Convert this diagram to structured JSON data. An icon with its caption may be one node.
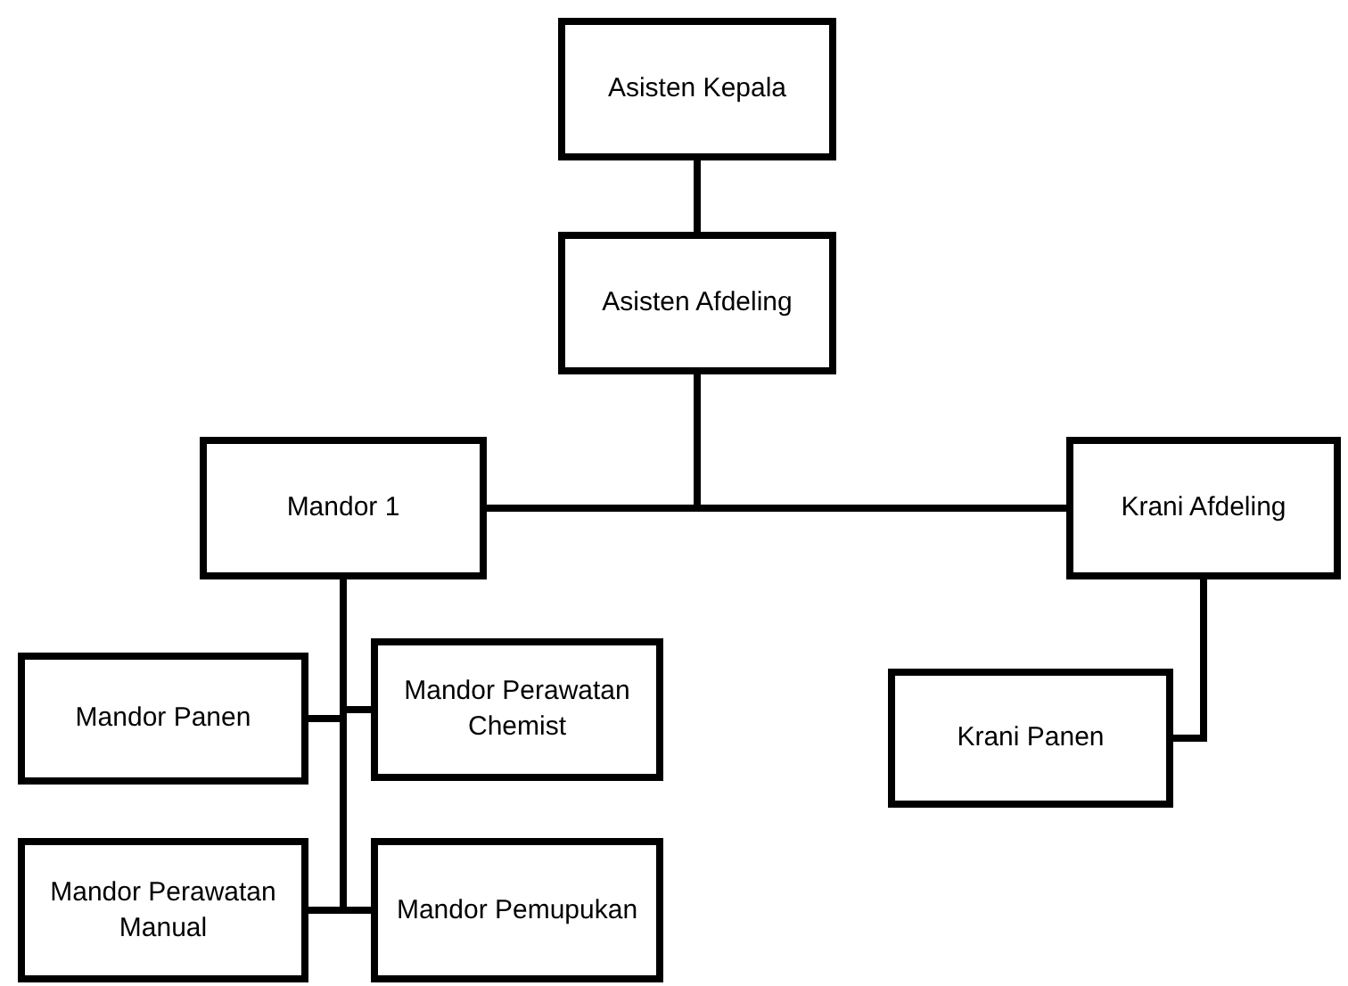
{
  "diagram": {
    "nodes": [
      {
        "text": [
          "Asisten Kepala"
        ]
      },
      {
        "text": [
          "Asisten Afdeling"
        ]
      },
      {
        "text": [
          "Mandor 1"
        ]
      },
      {
        "text": [
          "Krani Afdeling"
        ]
      },
      {
        "text": [
          "Mandor Panen"
        ]
      },
      {
        "text": [
          "Mandor Perawatan Chemist"
        ]
      },
      {
        "text": [
          "Mandor Perawatan Manual"
        ]
      },
      {
        "text": [
          "Mandor Pemupukan"
        ]
      },
      {
        "text": [
          "Krani Panen"
        ]
      }
    ],
    "edges": [
      {
        "from": 0,
        "to": 1,
        "arrow": "none"
      },
      {
        "from": 1,
        "to": 2,
        "arrow": "none"
      },
      {
        "from": 1,
        "to": 3,
        "arrow": "none"
      },
      {
        "from": 2,
        "to": 4,
        "arrow": "none"
      },
      {
        "from": 2,
        "to": 5,
        "arrow": "none"
      },
      {
        "from": 2,
        "to": 6,
        "arrow": "none"
      },
      {
        "from": 2,
        "to": 7,
        "arrow": "none"
      },
      {
        "from": 3,
        "to": 8,
        "arrow": "none"
      }
    ]
  }
}
